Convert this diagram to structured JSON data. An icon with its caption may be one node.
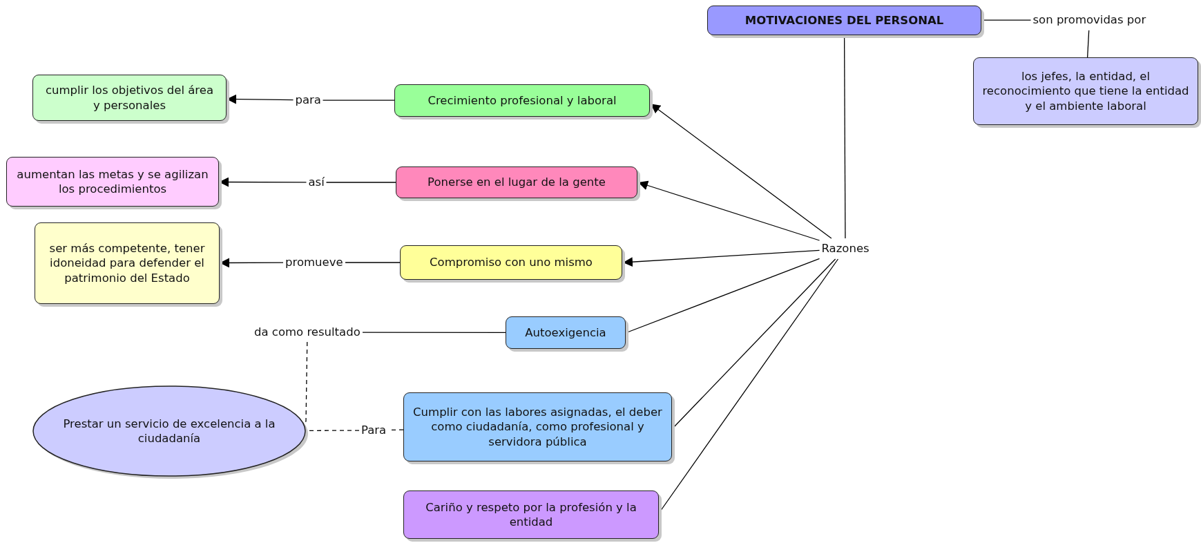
{
  "diagram": {
    "nodes": [
      {
        "text": [
          "MOTIVACIONES DEL PERSONAL"
        ]
      },
      {
        "text": [
          "son promovidas por"
        ]
      },
      {
        "text": [
          "los jefes, la entidad, el reconocimiento que tiene la entidad y el ambiente laboral"
        ]
      },
      {
        "text": [
          "cumplir los objetivos del área y personales"
        ]
      },
      {
        "text": [
          "para"
        ]
      },
      {
        "text": [
          "Crecimiento profesional y laboral"
        ]
      },
      {
        "text": [
          "aumentan las metas y se agilizan los procedimientos"
        ]
      },
      {
        "text": [
          "así"
        ]
      },
      {
        "text": [
          "Ponerse en el lugar de la gente"
        ]
      },
      {
        "text": [
          "ser más competente, tener idoneidad para defender el patrimonio del Estado"
        ]
      },
      {
        "text": [
          "promueve"
        ]
      },
      {
        "text": [
          "Compromiso con uno mismo"
        ]
      },
      {
        "text": [
          "Razones"
        ]
      },
      {
        "text": [
          "da como resultado"
        ]
      },
      {
        "text": [
          "Autoexigencia"
        ]
      },
      {
        "text": [
          "Prestar un servicio de excelencia a la ciudadanía"
        ]
      },
      {
        "text": [
          "Para"
        ]
      },
      {
        "text": [
          "Cumplir con las labores asignadas, el deber como ciudadanía, como profesional y servidora pública"
        ]
      },
      {
        "text": [
          "Cariño y respeto por la profesión y la entidad"
        ]
      }
    ],
    "edges": [
      {
        "from": 0,
        "to": 1,
        "arrow": "none"
      },
      {
        "from": 1,
        "to": 2,
        "arrow": "none"
      },
      {
        "from": 0,
        "to": 12,
        "arrow": "none"
      },
      {
        "from": 12,
        "to": 5,
        "arrow": "to"
      },
      {
        "from": 5,
        "to": 4,
        "arrow": "none"
      },
      {
        "from": 4,
        "to": 3,
        "arrow": "to"
      },
      {
        "from": 12,
        "to": 8,
        "arrow": "to"
      },
      {
        "from": 8,
        "to": 7,
        "arrow": "none"
      },
      {
        "from": 7,
        "to": 6,
        "arrow": "to"
      },
      {
        "from": 12,
        "to": 11,
        "arrow": "to"
      },
      {
        "from": 11,
        "to": 10,
        "arrow": "none"
      },
      {
        "from": 10,
        "to": 9,
        "arrow": "to"
      },
      {
        "from": 12,
        "to": 14,
        "arrow": "none"
      },
      {
        "from": 14,
        "to": 13,
        "arrow": "none"
      },
      {
        "from": 13,
        "to": 15,
        "arrow": "none",
        "style": "dashed"
      },
      {
        "from": 12,
        "to": 17,
        "arrow": "none"
      },
      {
        "from": 17,
        "to": 16,
        "arrow": "none",
        "style": "dashed"
      },
      {
        "from": 16,
        "to": 15,
        "arrow": "none",
        "style": "dashed"
      },
      {
        "from": 12,
        "to": 18,
        "arrow": "none"
      }
    ]
  }
}
